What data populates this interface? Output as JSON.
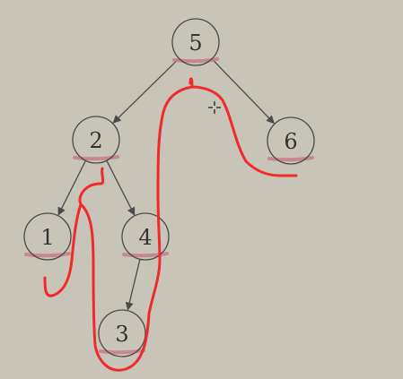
{
  "background_color": "#c9c4b8",
  "tree": {
    "nodes": [
      {
        "id": "n5",
        "label": "5"
      },
      {
        "id": "n2",
        "label": "2"
      },
      {
        "id": "n6",
        "label": "6"
      },
      {
        "id": "n1",
        "label": "1"
      },
      {
        "id": "n4",
        "label": "4"
      },
      {
        "id": "n3",
        "label": "3"
      }
    ],
    "edges": [
      {
        "from": "n5",
        "to": "n2"
      },
      {
        "from": "n5",
        "to": "n6"
      },
      {
        "from": "n2",
        "to": "n1"
      },
      {
        "from": "n2",
        "to": "n4"
      },
      {
        "from": "n4",
        "to": "n3"
      }
    ]
  },
  "annotations": {
    "traversal_color": "#f02a2a",
    "underline_color": "#c87b8a",
    "underlined_nodes": [
      "n5",
      "n2",
      "n6",
      "n1",
      "n4",
      "n3"
    ]
  },
  "cursor_icon": "crosshair-move-icon"
}
